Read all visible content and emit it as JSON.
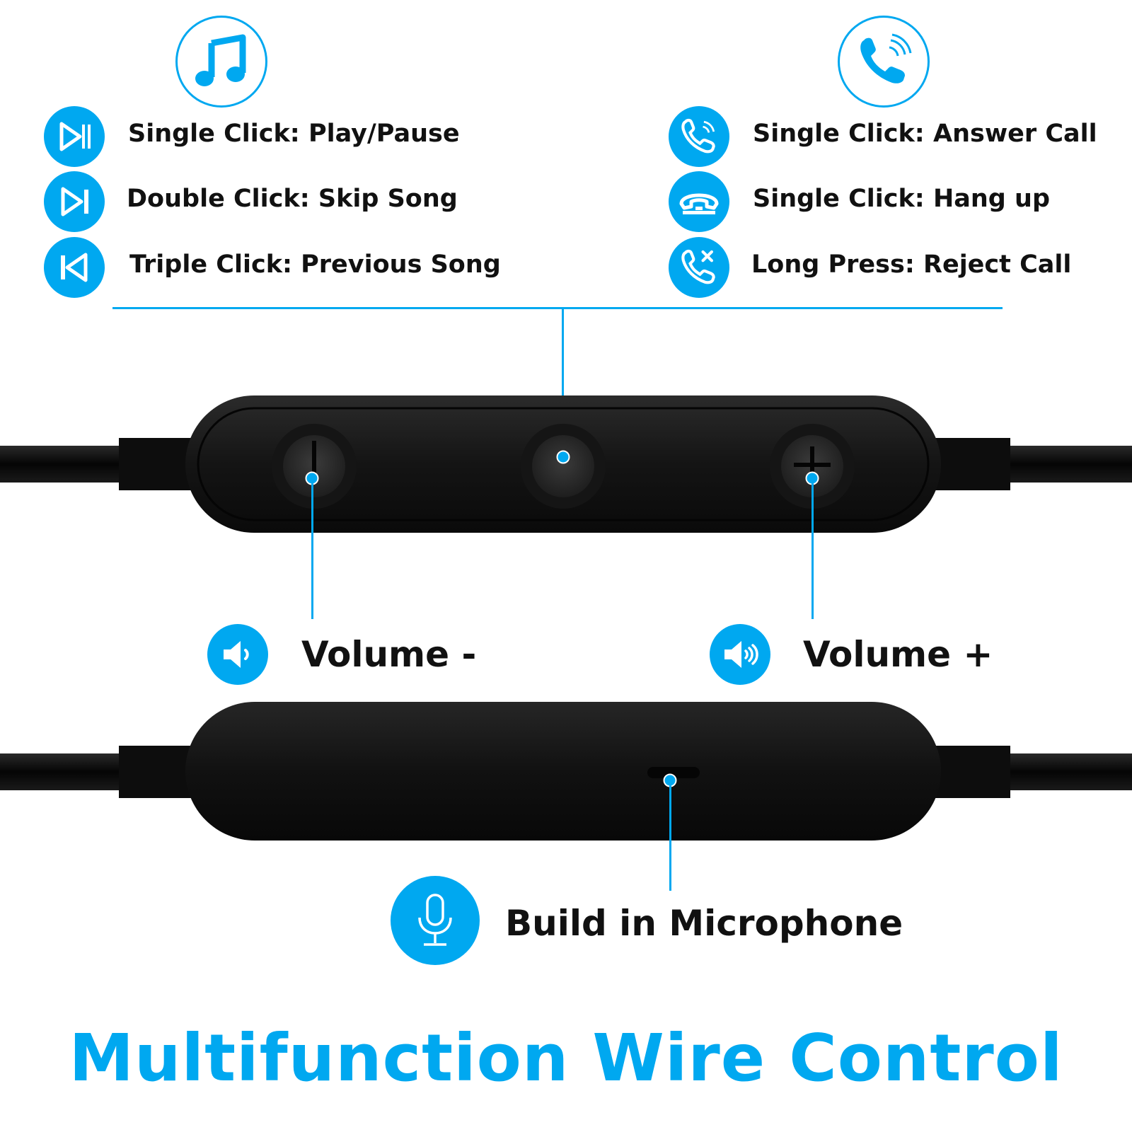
{
  "title": "Multifunction Wire Control",
  "music_controls": {
    "header_icon": "music-note-icon",
    "items": [
      {
        "icon": "play-pause-icon",
        "label": "Single Click: Play/Pause"
      },
      {
        "icon": "skip-next-icon",
        "label": "Double Click: Skip Song"
      },
      {
        "icon": "skip-previous-icon",
        "label": "Triple Click: Previous Song"
      }
    ]
  },
  "call_controls": {
    "header_icon": "phone-icon",
    "items": [
      {
        "icon": "answer-call-icon",
        "label": "Single Click: Answer Call"
      },
      {
        "icon": "hang-up-icon",
        "label": "Single Click: Hang up"
      },
      {
        "icon": "reject-call-icon",
        "label": "Long Press: Reject Call"
      }
    ]
  },
  "volume": {
    "down": {
      "icon": "volume-down-icon",
      "label": "Volume -"
    },
    "up": {
      "icon": "volume-up-icon",
      "label": "Volume +"
    }
  },
  "microphone": {
    "icon": "microphone-icon",
    "label": "Build in Microphone"
  },
  "colors": {
    "accent": "#00a8f0",
    "text": "#111111",
    "device": "#1a1a1a"
  }
}
